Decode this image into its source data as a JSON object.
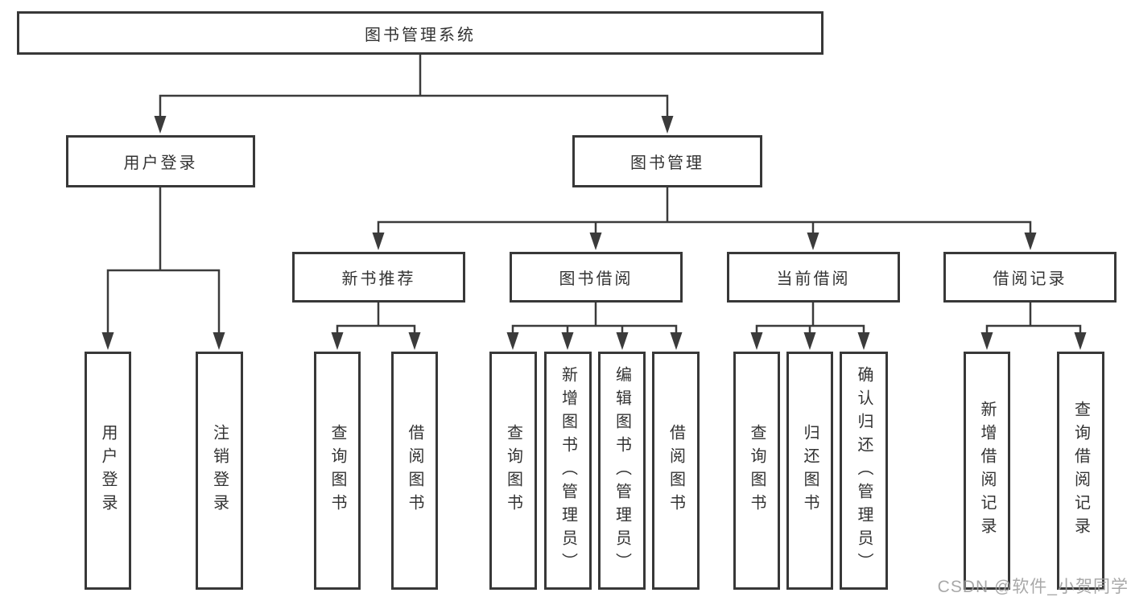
{
  "diagram": {
    "title": "图书管理系统",
    "tree": {
      "label": "图书管理系统",
      "children": [
        {
          "label": "用户登录",
          "children": [
            {
              "label": "用户登录"
            },
            {
              "label": "注销登录"
            }
          ]
        },
        {
          "label": "图书管理",
          "children": [
            {
              "label": "新书推荐",
              "children": [
                {
                  "label": "查询图书"
                },
                {
                  "label": "借阅图书"
                }
              ]
            },
            {
              "label": "图书借阅",
              "children": [
                {
                  "label": "查询图书"
                },
                {
                  "label": "新增图书（管理员）"
                },
                {
                  "label": "编辑图书（管理员）"
                },
                {
                  "label": "借阅图书"
                }
              ]
            },
            {
              "label": "当前借阅",
              "children": [
                {
                  "label": "查询图书"
                },
                {
                  "label": "归还图书"
                },
                {
                  "label": "确认归还（管理员）"
                }
              ]
            },
            {
              "label": "借阅记录",
              "children": [
                {
                  "label": "新增借阅记录"
                },
                {
                  "label": "查询借阅记录"
                }
              ]
            }
          ]
        }
      ]
    }
  },
  "watermark": {
    "text": "CSDN @软件_小贺同学",
    "color": "#9e9e9e"
  },
  "colors": {
    "line": "#3b3b3b",
    "box_border": "#383838",
    "text": "#333333",
    "background": "#ffffff"
  }
}
